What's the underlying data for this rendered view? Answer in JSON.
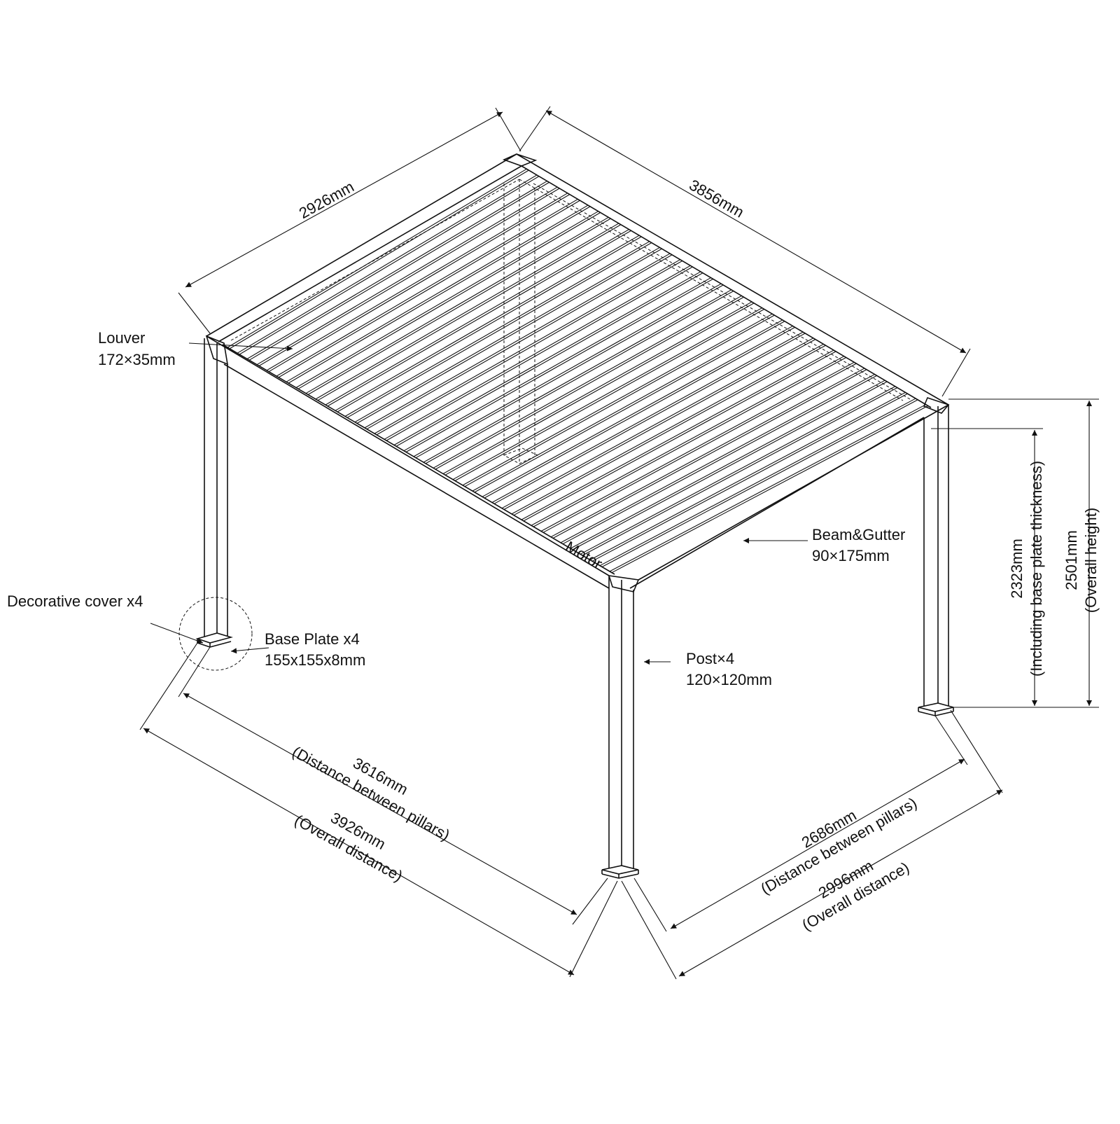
{
  "labels": {
    "louver_name": "Louver",
    "louver_size": "172×35mm",
    "beam_name": "Beam&Gutter",
    "beam_size": "90×175mm",
    "motor": "Motor",
    "cover": "Decorative cover x4",
    "base_name": "Base Plate x4",
    "base_size": "155x155x8mm",
    "post_name": "Post×4",
    "post_size": "120×120mm"
  },
  "dimensions": {
    "top_left": "2926mm",
    "top_right": "3856mm",
    "left_inner": "3616mm",
    "left_inner_note": "(Distance between pillars)",
    "left_outer": "3926mm",
    "left_outer_note": "(Overall distance)",
    "right_inner": "2686mm",
    "right_inner_note": "(Distance between pillars)",
    "right_outer": "2996mm",
    "right_outer_note": "(Overall distance)",
    "height_inner": "2323mm",
    "height_inner_note": "(Including base plate thickness)",
    "height_outer": "2501mm",
    "height_outer_note": "(Overall height)"
  },
  "colors": {
    "line": "#111111",
    "background": "#ffffff"
  },
  "louver_count": 40
}
